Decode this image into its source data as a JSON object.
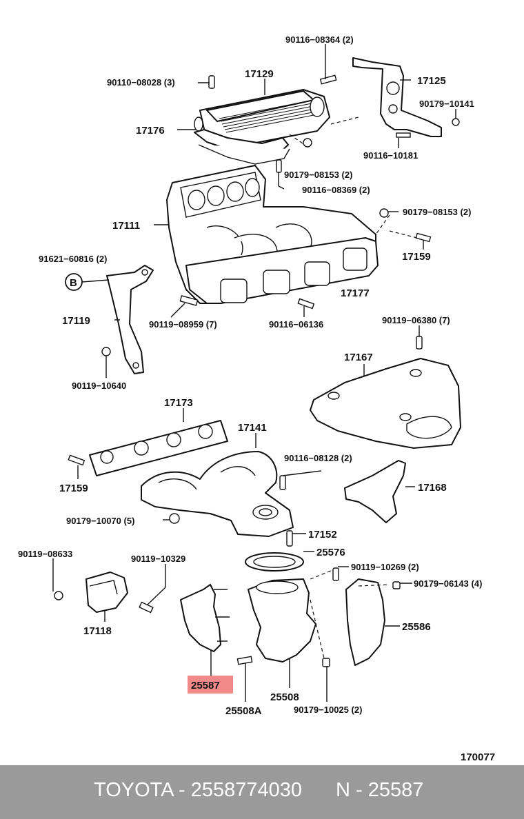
{
  "diagram": {
    "highlight_color": "#f28a8a",
    "highlight_label": "25587",
    "figure_number": "170077",
    "circle_marker": "B",
    "labels": {
      "p90116_08364": "90116−08364 (2)",
      "p17129": "17129",
      "p17125": "17125",
      "p90110_08028": "90110−08028 (3)",
      "p90179_10141": "90179−10141",
      "p17176": "17176",
      "p90116_10181": "90116−10181",
      "p90179_08153a": "90179−08153 (2)",
      "p90116_08369": "90116−08369 (2)",
      "p90179_08153b": "90179−08153 (2)",
      "p17111": "17111",
      "p17159a": "17159",
      "p91621_60816": "91621−60816 (2)",
      "p17177": "17177",
      "p17119": "17119",
      "p90119_08959": "90119−08959 (7)",
      "p90116_06136": "90116−06136",
      "p90119_06380": "90119−06380 (7)",
      "p90119_10640": "90119−10640",
      "p17167": "17167",
      "p17173": "17173",
      "p17141": "17141",
      "p90116_08128": "90116−08128 (2)",
      "p17159b": "17159",
      "p17168": "17168",
      "p90179_10070": "90179−10070 (5)",
      "p17152": "17152",
      "p90119_08633": "90119−08633",
      "p90119_10329": "90119−10329",
      "p25576": "25576",
      "p90119_10269": "90119−10269 (2)",
      "p90179_06143": "90179−06143 (4)",
      "p17118": "17118",
      "p25586": "25586",
      "p25508": "25508",
      "p25508A": "25508A",
      "p90179_10025": "90179−10025 (2)"
    }
  },
  "footer": {
    "background": "#9a9a9a",
    "left_text": "TOYOTA - 2558774030",
    "right_text": "N - 25587"
  }
}
